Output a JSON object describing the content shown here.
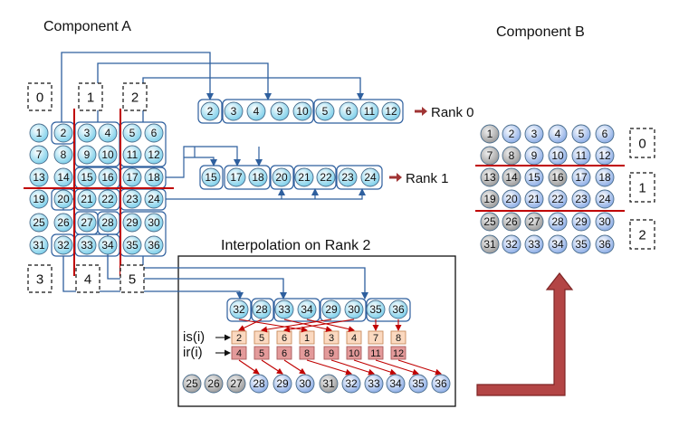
{
  "titles": {
    "component_a": "Component A",
    "component_b": "Component B",
    "interpolation": "Interpolation on Rank 2"
  },
  "grid_a": {
    "values": [
      [
        1,
        2,
        3,
        4,
        5,
        6
      ],
      [
        7,
        8,
        9,
        10,
        11,
        12
      ],
      [
        13,
        14,
        15,
        16,
        17,
        18
      ],
      [
        19,
        20,
        21,
        22,
        23,
        24
      ],
      [
        25,
        26,
        27,
        28,
        29,
        30
      ],
      [
        31,
        32,
        33,
        34,
        35,
        36
      ]
    ],
    "top_ranks": [
      "0",
      "1",
      "2"
    ],
    "bottom_ranks": [
      "3",
      "4",
      "5"
    ]
  },
  "rank0": {
    "values": [
      2,
      3,
      4,
      9,
      10,
      5,
      6,
      11,
      12
    ],
    "label": "Rank 0"
  },
  "rank1": {
    "values": [
      15,
      17,
      18,
      20,
      21,
      22,
      23,
      24
    ],
    "label": "Rank 1"
  },
  "rank2": {
    "gather": [
      32,
      28,
      33,
      34,
      29,
      30,
      35,
      36
    ],
    "is_label": "is(i)",
    "ir_label": "ir(i)",
    "is": [
      2,
      5,
      6,
      1,
      3,
      4,
      7,
      8
    ],
    "ir": [
      4,
      5,
      6,
      8,
      9,
      10,
      11,
      12
    ],
    "result": [
      25,
      26,
      27,
      28,
      29,
      30,
      31,
      32,
      33,
      34,
      35,
      36
    ]
  },
  "grid_b": {
    "values": [
      [
        1,
        2,
        3,
        4,
        5,
        6
      ],
      [
        7,
        8,
        9,
        10,
        11,
        12
      ],
      [
        13,
        14,
        15,
        16,
        17,
        18
      ],
      [
        19,
        20,
        21,
        22,
        23,
        24
      ],
      [
        25,
        26,
        27,
        28,
        29,
        30
      ],
      [
        31,
        32,
        33,
        34,
        35,
        36
      ]
    ],
    "grey": [
      1,
      7,
      8,
      13,
      14,
      16,
      19,
      25,
      26,
      27,
      31
    ],
    "ranks": [
      "0",
      "1",
      "2"
    ]
  },
  "colors": {
    "cyan_circle": "#bfeaf7",
    "blue_circle": "#b9cdf0",
    "grey_circle": "#c8c8c8",
    "arrow_blue": "#2e5f9e",
    "red_line": "#c00000",
    "big_arrow": "#a03434",
    "is_box": "#fbd9c0",
    "ir_box": "#e39a9a"
  }
}
